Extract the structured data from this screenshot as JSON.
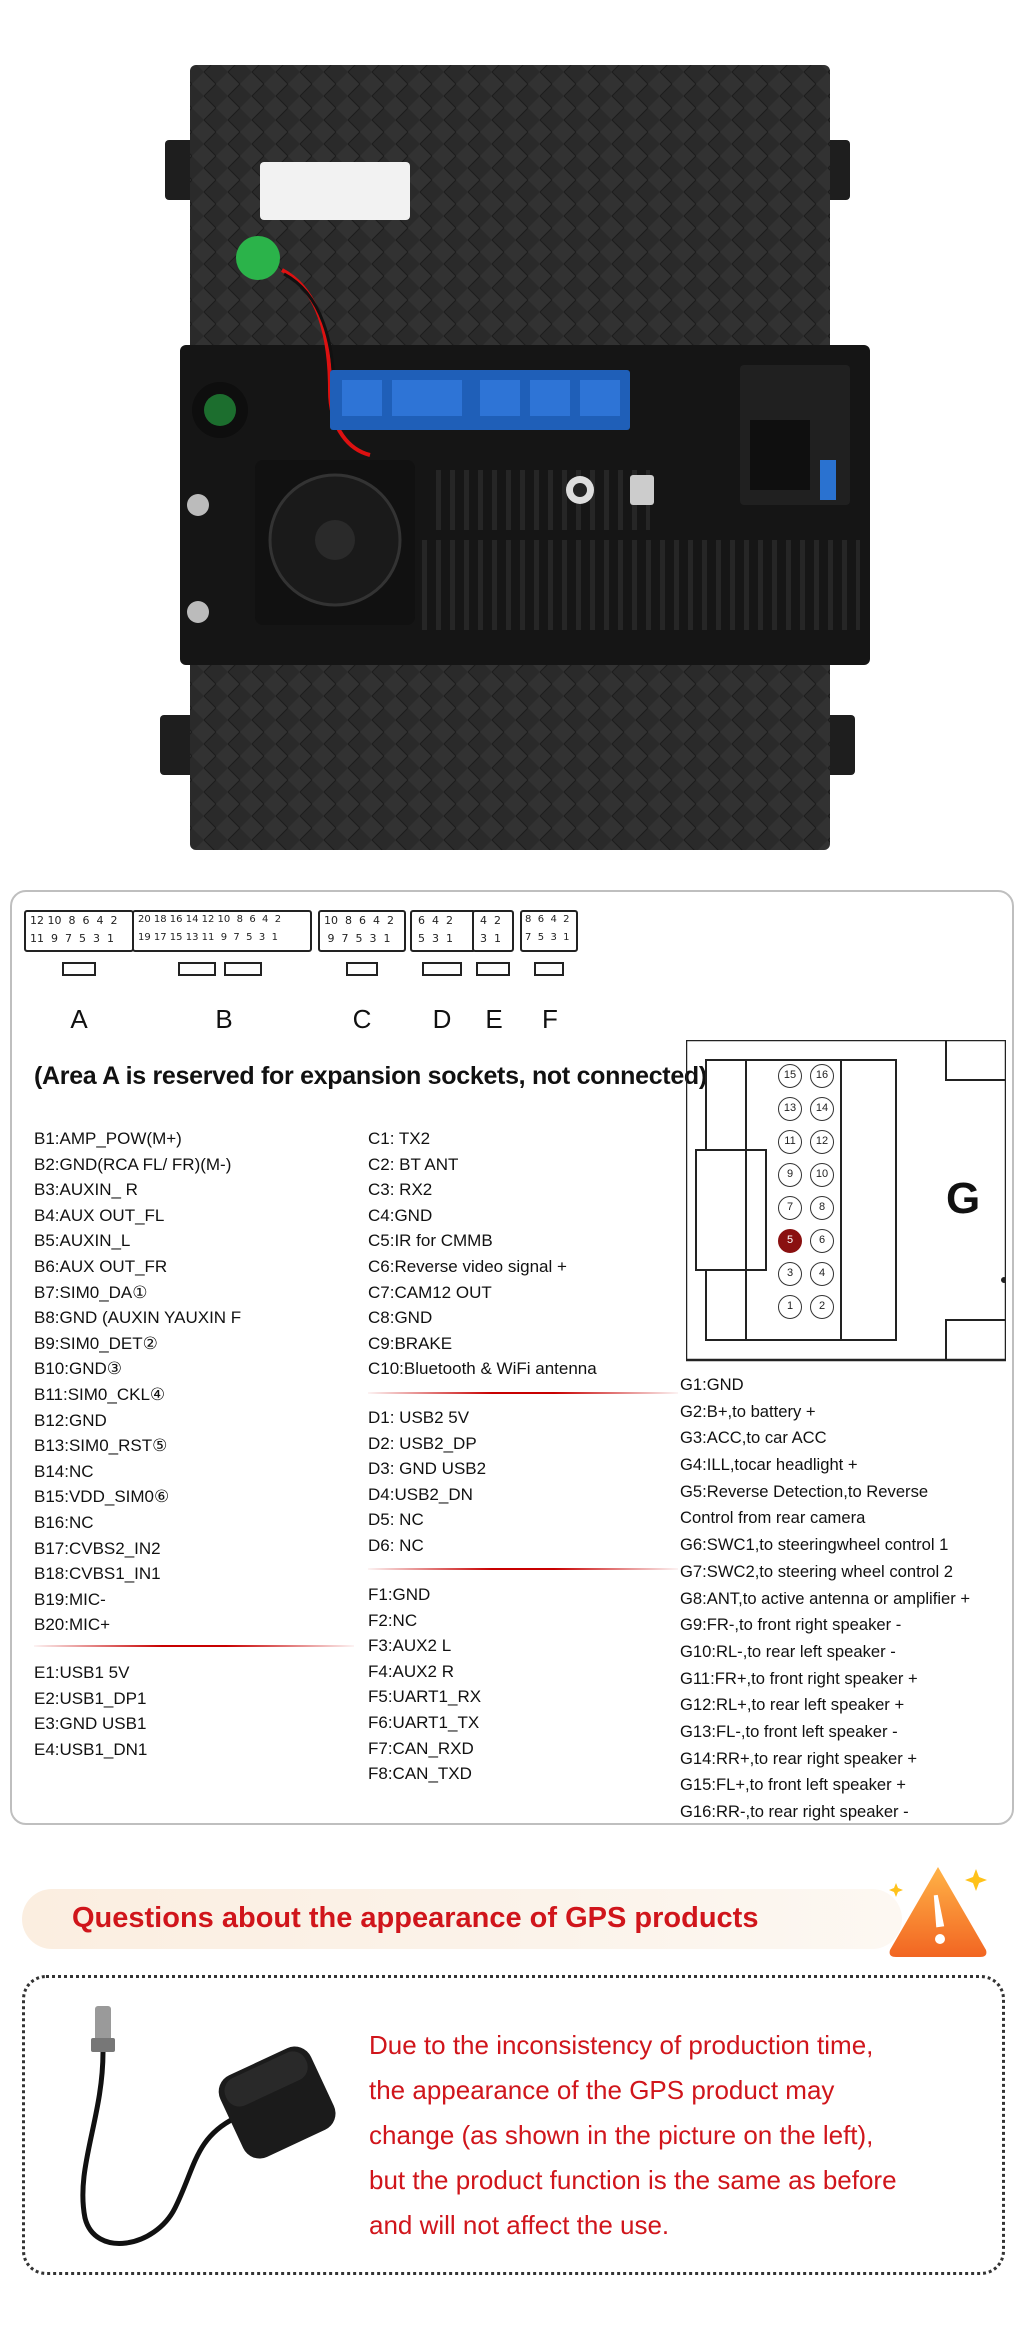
{
  "connectors": [
    {
      "letter": "A",
      "top_pins": "12 10  8  6  4  2",
      "bottom_pins": "11  9  7  5  3  1"
    },
    {
      "letter": "B",
      "top_pins": "20 18 16 14 12 10  8  6  4  2",
      "bottom_pins": "19 17 15 13 11  9  7  5  3  1"
    },
    {
      "letter": "C",
      "top_pins": "10  8  6  4  2",
      "bottom_pins": " 9  7  5  3  1"
    },
    {
      "letter": "D",
      "top_pins": "6  4  2",
      "bottom_pins": "5  3  1"
    },
    {
      "letter": "E",
      "top_pins": "4  2",
      "bottom_pins": "3  1"
    },
    {
      "letter": "F",
      "top_pins": "8  6  4  2",
      "bottom_pins": "7  5  3  1"
    }
  ],
  "area_note": "(Area A is reserved for expansion sockets, not connected)",
  "b_pins": [
    "B1:AMP_POW(M+)",
    "B2:GND(RCA FL/ FR)(M-)",
    "B3:AUXIN_ R",
    "B4:AUX OUT_FL",
    "B5:AUXIN_L",
    "B6:AUX OUT_FR",
    "B7:SIM0_DA①",
    "B8:GND (AUXIN YAUXIN F",
    "B9:SIM0_DET②",
    "B10:GND③",
    "B11:SIM0_CKL④",
    "B12:GND",
    "B13:SIM0_RST⑤",
    "B14:NC",
    "B15:VDD_SIM0⑥",
    "B16:NC",
    "B17:CVBS2_IN2",
    "B18:CVBS1_IN1",
    "B19:MIC-",
    "B20:MIC+"
  ],
  "e_pins": [
    "E1:USB1 5V",
    "E2:USB1_DP1",
    "E3:GND USB1",
    "E4:USB1_DN1"
  ],
  "c_pins": [
    "C1: TX2",
    "C2: BT ANT",
    "C3: RX2",
    "C4:GND",
    "C5:IR for CMMB",
    "C6:Reverse video signal +",
    "C7:CAM12 OUT",
    "C8:GND",
    "C9:BRAKE",
    "C10:Bluetooth & WiFi antenna"
  ],
  "d_pins": [
    "D1: USB2 5V",
    "D2: USB2_DP",
    "D3: GND USB2",
    "D4:USB2_DN",
    "D5: NC",
    "D6: NC"
  ],
  "f_pins": [
    "F1:GND",
    "F2:NC",
    "F3:AUX2 L",
    "F4:AUX2 R",
    "F5:UART1_RX",
    "F6:UART1_TX",
    "F7:CAN_RXD",
    "F8:CAN_TXD"
  ],
  "g_connector": {
    "letter": "G",
    "pin_numbers": [
      "15",
      "16",
      "13",
      "14",
      "11",
      "12",
      "9",
      "10",
      "7",
      "8",
      "5",
      "6",
      "3",
      "4",
      "1",
      "2"
    ],
    "highlight": "5",
    "highlight_color": "#8a1010"
  },
  "g_pins": [
    "G1:GND",
    "G2:B+,to battery +",
    "G3:ACC,to car ACC",
    "G4:ILL,tocar headlight +",
    "G5:Reverse Detection,to Reverse",
    "Control from rear camera",
    "G6:SWC1,to steeringwheel control 1",
    "G7:SWC2,to steering wheel control 2",
    "G8:ANT,to active antenna or amplifier +",
    "G9:FR-,to front right speaker -",
    "G10:RL-,to rear left speaker -",
    "G11:FR+,to front right speaker +",
    "G12:RL+,to rear left speaker +",
    "G13:FL-,to front left speaker -",
    "G14:RR+,to rear right speaker +",
    "G15:FL+,to front left speaker +",
    "G16:RR-,to rear right speaker -"
  ],
  "gps": {
    "banner_title": "Questions about the appearance of GPS products",
    "lines": [
      "Due to the inconsistency of production time,",
      "the appearance of the GPS product may",
      "change (as shown in the picture on the left),",
      "but the product function is the same as before",
      "and will not affect the use."
    ]
  },
  "colors": {
    "accent_red": "#d0151b",
    "rule_red": "#c80000",
    "banner_bg": "#fbeee0"
  }
}
